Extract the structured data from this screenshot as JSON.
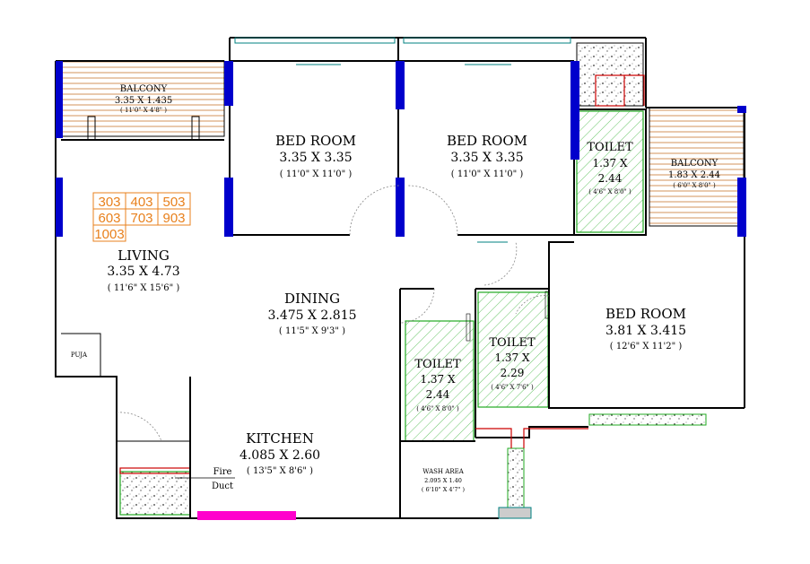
{
  "rooms": {
    "balcony1": {
      "name": "BALCONY",
      "dim": "3.35 X 1.435",
      "ft": "( 11'0\" X 4'8\" )"
    },
    "bed1": {
      "name": "BED ROOM",
      "dim": "3.35 X 3.35",
      "ft": "( 11'0\" X 11'0\" )"
    },
    "bed2": {
      "name": "BED ROOM",
      "dim": "3.35 X 3.35",
      "ft": "( 11'0\" X 11'0\" )"
    },
    "toilet1": {
      "name": "TOILET",
      "dim1": "1.37 X",
      "dim2": "2.44",
      "ft": "( 4'6\" X 8'0\" )"
    },
    "balcony2": {
      "name": "BALCONY",
      "dim": "1.83 X 2.44",
      "ft": "( 6'0\" X 8'0\" )"
    },
    "living": {
      "name": "LIVING",
      "dim": "3.35 X 4.73",
      "ft": "( 11'6\" X 15'6\" )"
    },
    "dining": {
      "name": "DINING",
      "dim": "3.475 X 2.815",
      "ft": "( 11'5\" X 9'3\" )"
    },
    "toilet2": {
      "name": "TOILET",
      "dim1": "1.37 X",
      "dim2": "2.29",
      "ft": "( 4'6\" X 7'6\" )"
    },
    "toilet3": {
      "name": "TOILET",
      "dim1": "1.37 X",
      "dim2": "2.44",
      "ft": "( 4'6\" X 8'0\" )"
    },
    "bed3": {
      "name": "BED ROOM",
      "dim": "3.81 X 3.415",
      "ft": "( 12'6\" X 11'2\" )"
    },
    "kitchen": {
      "name": "KITCHEN",
      "dim": "4.085 X 2.60",
      "ft": "( 13'5\" X 8'6\" )"
    },
    "puja": {
      "name": "PUJA"
    },
    "wash": {
      "name": "WASH AREA",
      "dim": "2.095 X 1.40",
      "ft": "( 6'10\" X 4'7\" )"
    }
  },
  "unit_numbers": [
    "303",
    "403",
    "503",
    "603",
    "703",
    "903",
    "1003"
  ],
  "fire_duct": {
    "line1": "Fire",
    "line2": "Duct"
  },
  "colors": {
    "wall": "#000000",
    "column": "#0000cc",
    "toilet_hatch": "#22aa22",
    "balcony_deck": "#c87832",
    "unit_numbers": "#e8801c",
    "shaft_red": "#cc0000",
    "entrance_magenta": "#ff00cc",
    "window": "#008080"
  }
}
